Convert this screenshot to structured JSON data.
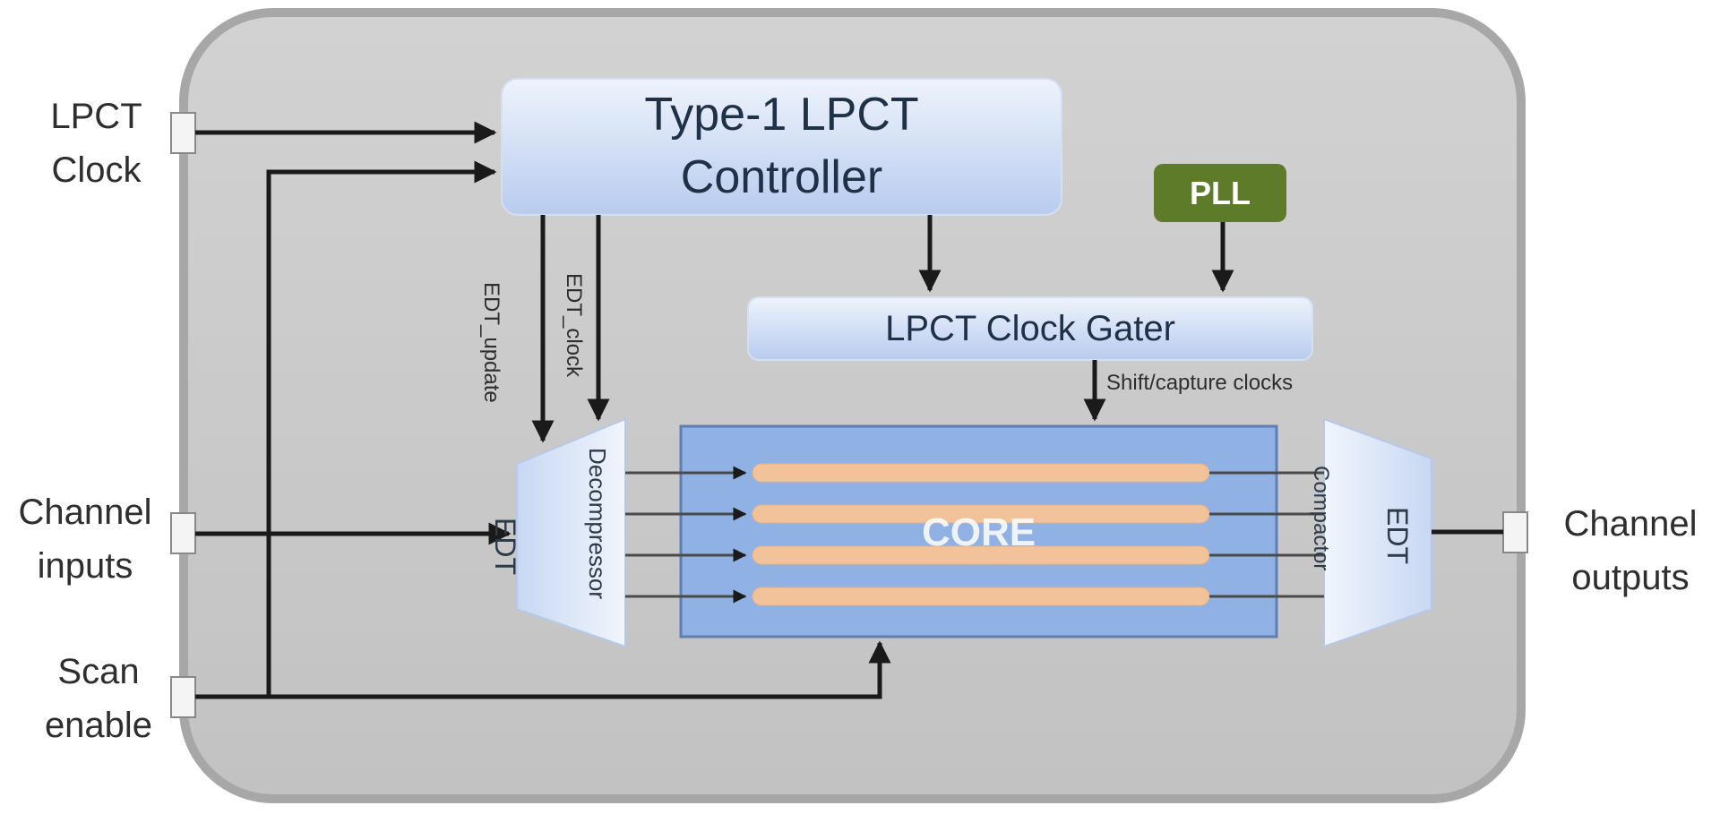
{
  "controller": {
    "line1": "Type-1 LPCT",
    "line2": "Controller"
  },
  "pll": "PLL",
  "clock_gater": "LPCT Clock Gater",
  "core": "CORE",
  "decompressor": {
    "line1": "EDT",
    "line2": "Decompressor"
  },
  "compactor": {
    "line1": "EDT",
    "line2": "Compactor"
  },
  "signals": {
    "edt_update": "EDT_update",
    "edt_clock": "EDT_clock",
    "shift_capture": "Shift/capture clocks"
  },
  "inputs": {
    "lpct_clock": {
      "line1": "LPCT",
      "line2": "Clock"
    },
    "channel_inputs": {
      "line1": "Channel",
      "line2": "inputs"
    },
    "scan_enable": {
      "line1": "Scan",
      "line2": "enable"
    }
  },
  "outputs": {
    "channel_outputs": {
      "line1": "Channel",
      "line2": "outputs"
    }
  },
  "colors": {
    "chip_fill": "#c8c8c8",
    "chip_border": "#a9a9a9",
    "block_fill_top": "#e3ecfb",
    "block_fill_bottom": "#b9cdf0",
    "pll_fill": "#5e7b2a",
    "core_fill": "#8fb1e3",
    "scan_chain": "#f2c29a",
    "wire": "#1a1a1a"
  }
}
